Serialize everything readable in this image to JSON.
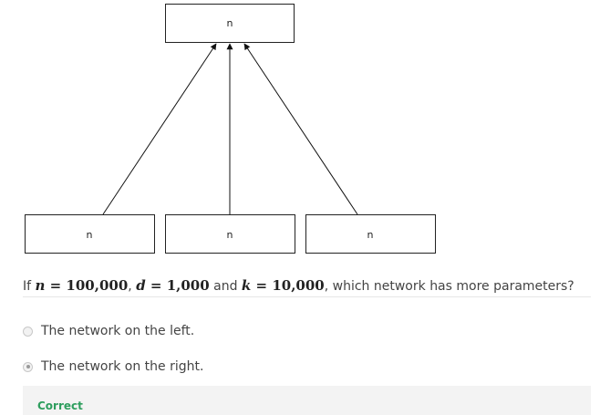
{
  "diagram": {
    "top_node_label": "n",
    "bottom_node_labels": [
      "n",
      "n",
      "n"
    ]
  },
  "question": {
    "prefix": "If ",
    "var_n": "n",
    "eq_n": " = 100,000",
    "sep1": ", ",
    "var_d": "d",
    "eq_d": " = 1,000",
    "and": " and ",
    "var_k": "k",
    "eq_k": " = 10,000",
    "suffix": ", which network has more parameters?"
  },
  "options": [
    {
      "label": "The network on the left.",
      "selected": false
    },
    {
      "label": "The network on the right.",
      "selected": true
    }
  ],
  "feedback": {
    "label": "Correct",
    "color": "#2e9e5e"
  }
}
